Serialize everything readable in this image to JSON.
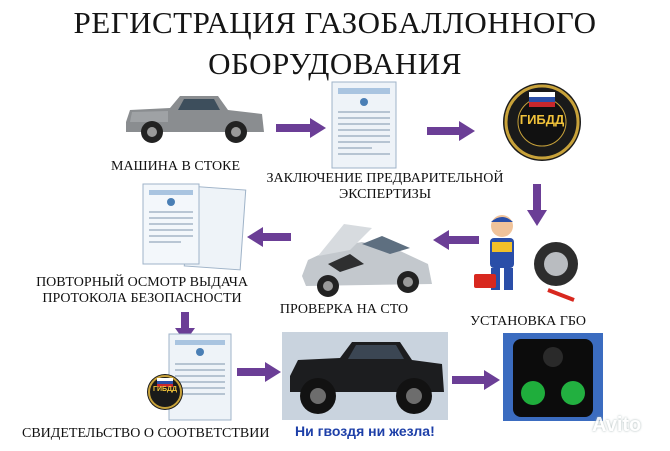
{
  "title": {
    "line1": "РЕГИСТРАЦИЯ ГАЗОБАЛЛОННОГО",
    "line2": "ОБОРУДОВАНИЯ"
  },
  "steps": [
    {
      "label": "МАШИНА В СТОКЕ"
    },
    {
      "label_line1": "ЗАКЛЮЧЕНИЕ ПРЕДВАРИТЕЛЬНОЙ",
      "label_line2": "ЭКСПЕРТИЗЫ"
    },
    {
      "badge": "ГИБДД"
    },
    {
      "label": "УСТАНОВКА ГБО"
    },
    {
      "label": "ПРОВЕРКА НА СТО"
    },
    {
      "label_line1": "ПОВТОРНЫЙ ОСМОТР ВЫДАЧА",
      "label_line2": "ПРОТОКОЛА БЕЗОПАСНОСТИ"
    },
    {
      "label": "СВИДЕТЕЛЬСТВО О СООТВЕТСТВИИ",
      "badge": "ГИБДД"
    }
  ],
  "slogan": "Ни гвоздя ни жезла!",
  "watermark": "Avito",
  "colors": {
    "arrow": "#6b3e96",
    "slogan": "#1d3fa8"
  }
}
